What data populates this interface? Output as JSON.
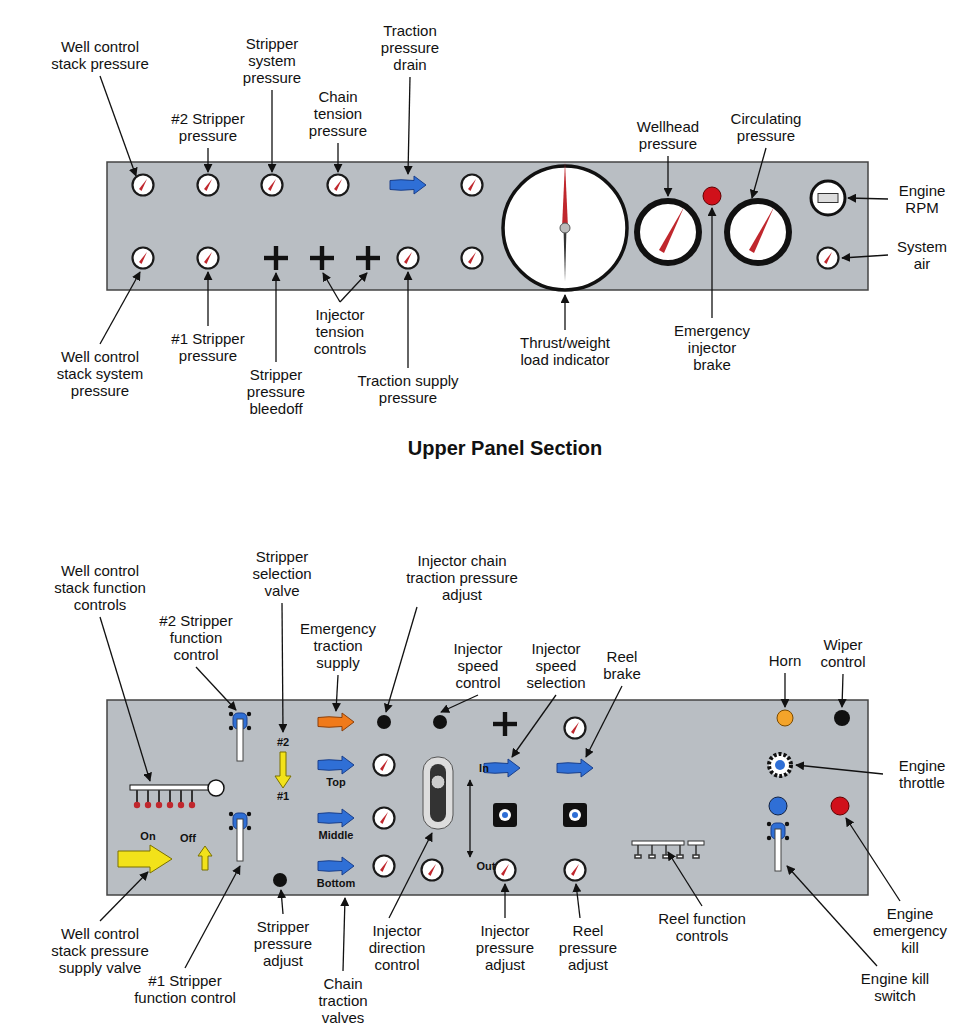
{
  "diagram": {
    "labels": [
      "Well control stack pressure",
      "#2 Stripper pressure",
      "Stripper system pressure",
      "Chain tension pressure",
      "Traction pressure drain",
      "Wellhead pressure",
      "Circulating pressure",
      "Engine RPM",
      "System air",
      "Well control stack system pressure",
      "#1 Stripper pressure",
      "Injector tension controls",
      "Stripper pressure bleedoff",
      "Traction supply pressure",
      "Thrust/weight load indicator",
      "Emergency injector brake",
      "Upper Panel Section",
      "Well control stack function controls",
      "#2 Stripper function control",
      "Stripper selection valve",
      "Emergency traction supply",
      "Injector chain traction pressure adjust",
      "Injector speed control",
      "Injector speed selection",
      "Reel brake",
      "Horn",
      "Wiper control",
      "Engine throttle",
      "On",
      "Off",
      "#2",
      "#1",
      "Top",
      "Middle",
      "Bottom",
      "In",
      "Out",
      "Well control stack pressure supply valve",
      "#1 Stripper function control",
      "Stripper pressure adjust",
      "Chain traction valves",
      "Injector direction control",
      "Injector pressure adjust",
      "Reel pressure adjust",
      "Reel function controls",
      "Engine emergency kill",
      "Engine kill switch"
    ]
  }
}
